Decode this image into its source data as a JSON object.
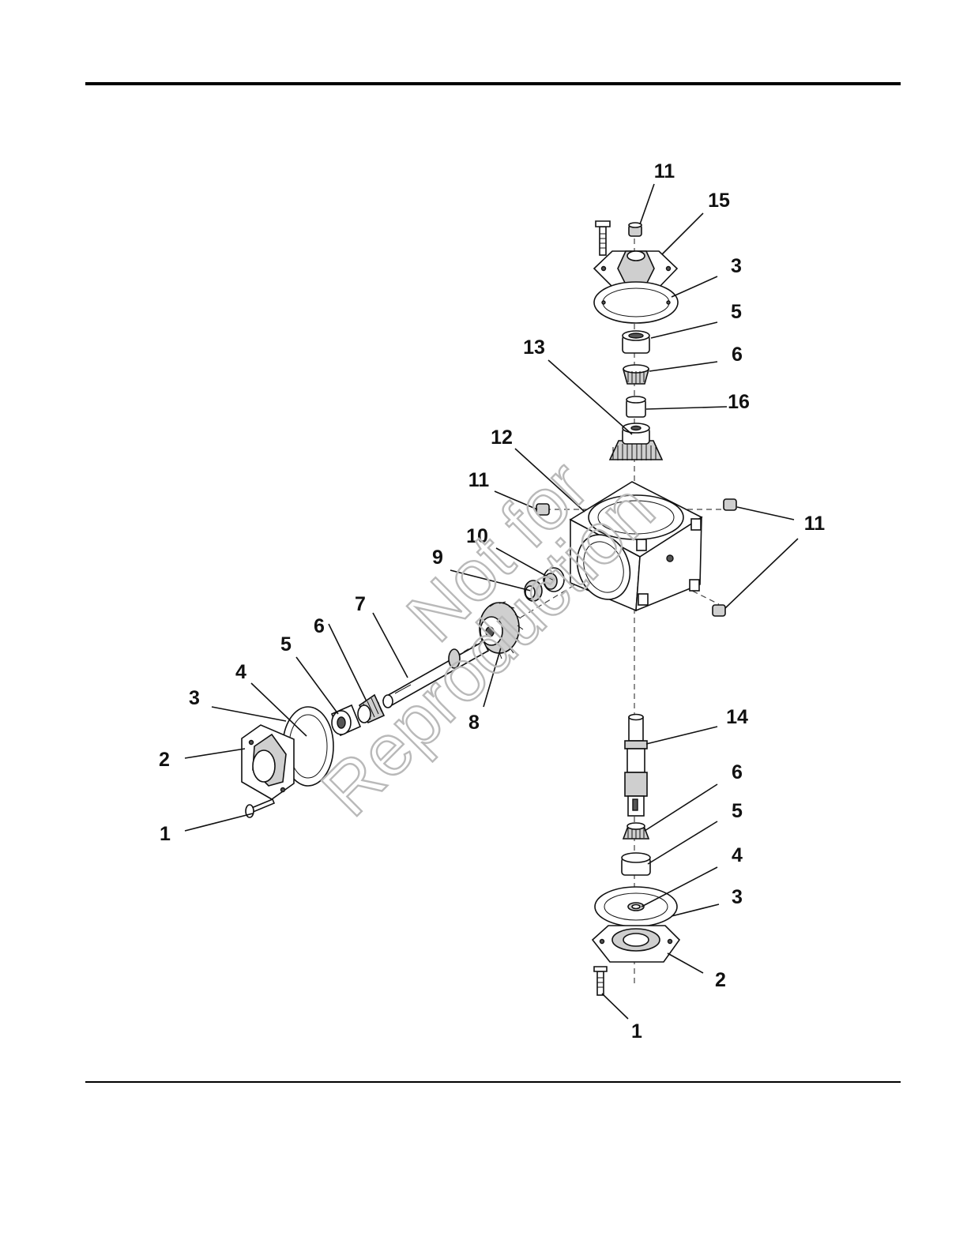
{
  "watermark": {
    "line1": "Not for",
    "line2": "Reproduction"
  },
  "callouts": {
    "top_11": "11",
    "top_15": "15",
    "top_3": "3",
    "top_5": "5",
    "top_6": "6",
    "top_16": "16",
    "top_13": "13",
    "top_12": "12",
    "left_11": "11",
    "right_11": "11",
    "left_10": "10",
    "left_9": "9",
    "left_7": "7",
    "left_6": "6",
    "left_5": "5",
    "left_4": "4",
    "left_3": "3",
    "left_2": "2",
    "left_8": "8",
    "left_1": "1",
    "bottom_14": "14",
    "bottom_6": "6",
    "bottom_5": "5",
    "bottom_4": "4",
    "bottom_3": "3",
    "bottom_2": "2",
    "bottom_1": "1"
  }
}
